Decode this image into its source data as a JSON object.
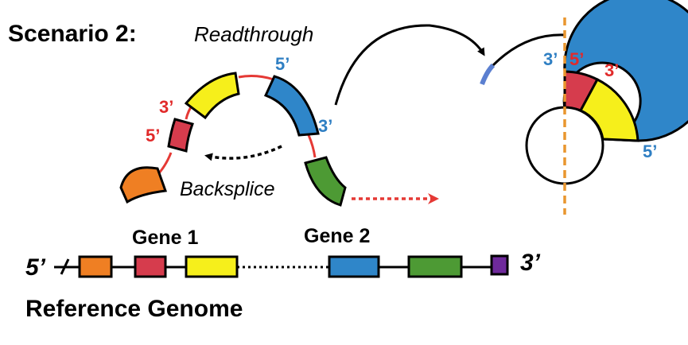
{
  "title": "Scenario 2:",
  "readthrough_label": "Readthrough",
  "backsplice_label": "Backsplice",
  "gene1_label": "Gene 1",
  "gene2_label": "Gene 2",
  "genome_five_prime": "5’",
  "genome_three_prime": "3’",
  "reference_label": "Reference Genome",
  "transcript_labels": {
    "red_three_prime": "3’",
    "red_five_prime": "5’",
    "blue_five_prime": "5’",
    "blue_three_prime": "3’"
  },
  "circle_labels": {
    "blue_three_prime": "3’",
    "red_five_prime": "5’",
    "red_three_prime": "3’",
    "blue_five_prime": "5’"
  },
  "colors": {
    "orange": "#ef7f23",
    "red": "#d63c4d",
    "yellow": "#f6ef1b",
    "blue": "#2f86c9",
    "green": "#4d9a34",
    "purple": "#6f2a9c",
    "linker_red": "#e53935",
    "label_red": "#e12a2a",
    "label_blue": "#2f7fc3",
    "dashed_orange": "#e9962f"
  }
}
